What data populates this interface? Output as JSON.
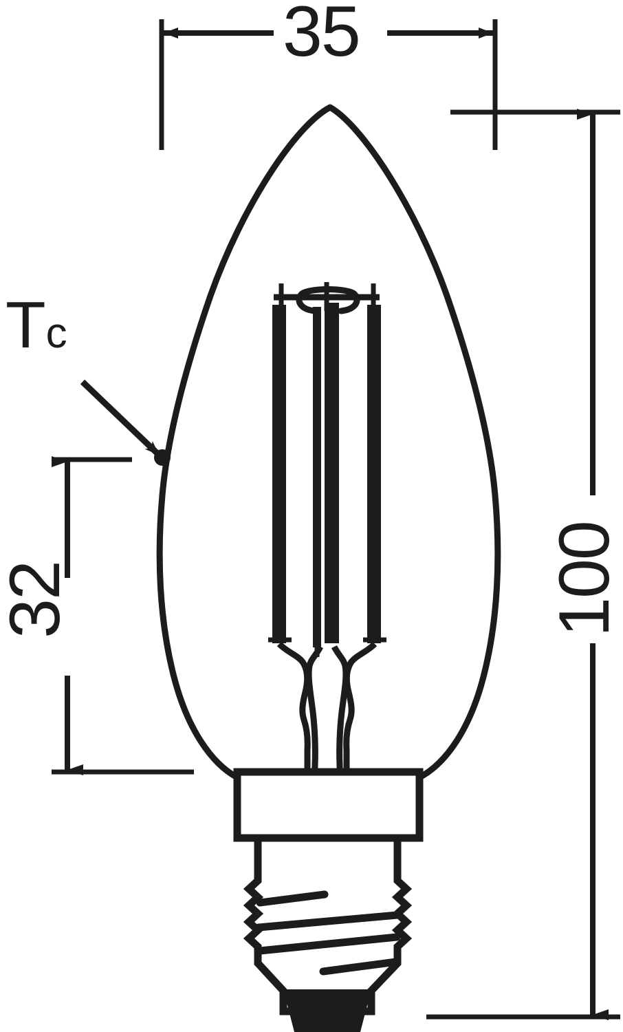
{
  "drawing": {
    "title": "LED candle bulb dimensional drawing",
    "subject": "led-candle-lamp-e14",
    "units": "mm",
    "line_color": "#1c1c1c",
    "background_color": "#ffffff"
  },
  "dimensions": {
    "width": {
      "label": "35",
      "value": 35,
      "units": "mm",
      "orientation": "horizontal",
      "description": "bulb maximum diameter"
    },
    "tc_height": {
      "label": "32",
      "value": 32,
      "units": "mm",
      "orientation": "vertical",
      "description": "distance from Tc point down to base collar"
    },
    "total_length": {
      "label": "100",
      "value": 100,
      "units": "mm",
      "orientation": "vertical",
      "description": "overall lamp length"
    }
  },
  "annotations": {
    "tc": {
      "label_main": "T",
      "label_sub": "c",
      "full_label": "Tc",
      "description": "case temperature measurement point marker"
    }
  },
  "parts": {
    "envelope": "glass candle envelope",
    "filament": "four LED filament strips with top crossbar",
    "collar": "metal collar ring",
    "screw_base": "E14 screw base",
    "contact_tip": "base contact tip"
  }
}
